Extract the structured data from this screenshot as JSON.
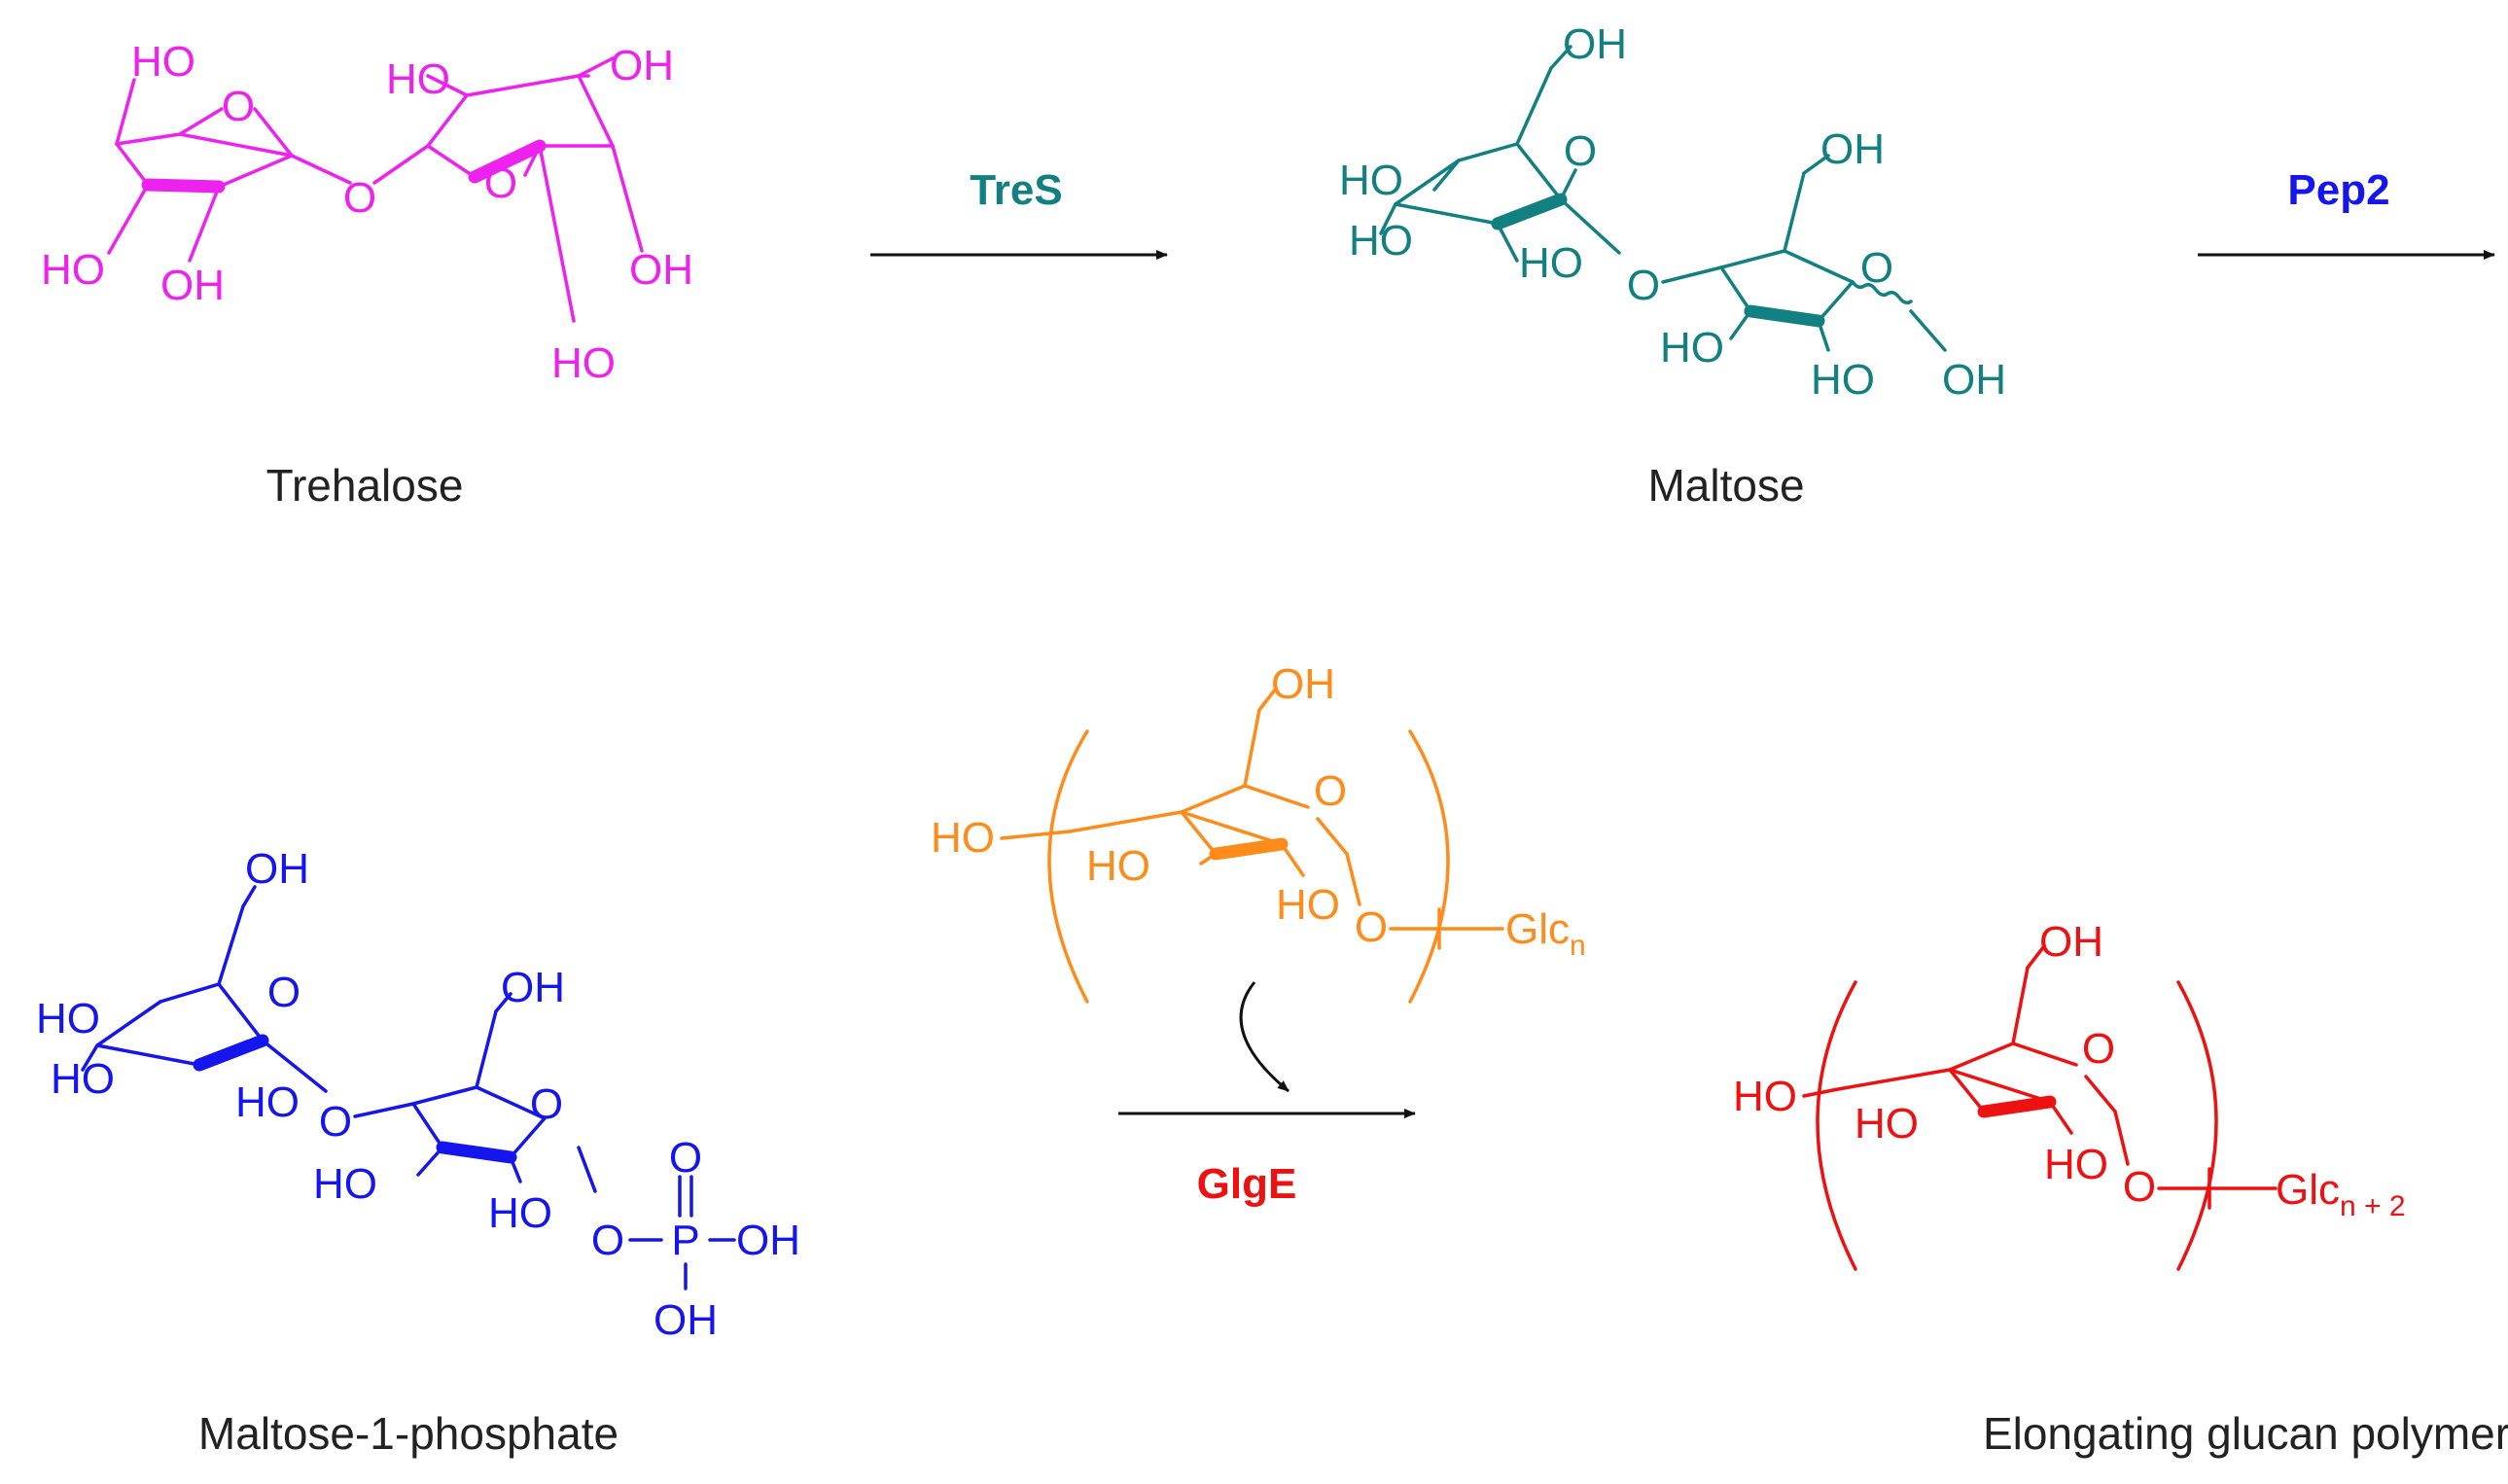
{
  "colors": {
    "trehalose": "#ee22ee",
    "maltose": "#128080",
    "maltose_1_phosphate": "#1515ee",
    "glge_substrate": "#ff8c1a",
    "glucan_product": "#ee1111",
    "arrow": "#111111",
    "caption": "#222222"
  },
  "compounds": {
    "trehalose": "Trehalose",
    "maltose": "Maltose",
    "maltose_1_phosphate": "Maltose-1-phosphate",
    "glucan_polymer": "Elongating glucan polymer"
  },
  "enzymes": {
    "tres": "TreS",
    "pep2": "Pep2",
    "glge": "GlgE"
  },
  "atoms": {
    "hydroxyl": "HO",
    "hydroxyl_right": "OH",
    "oxygen": "O",
    "phosphorus": "P",
    "glc": "Glc",
    "glc_n_sub": "n",
    "glc_n2_sub": "n + 2"
  }
}
